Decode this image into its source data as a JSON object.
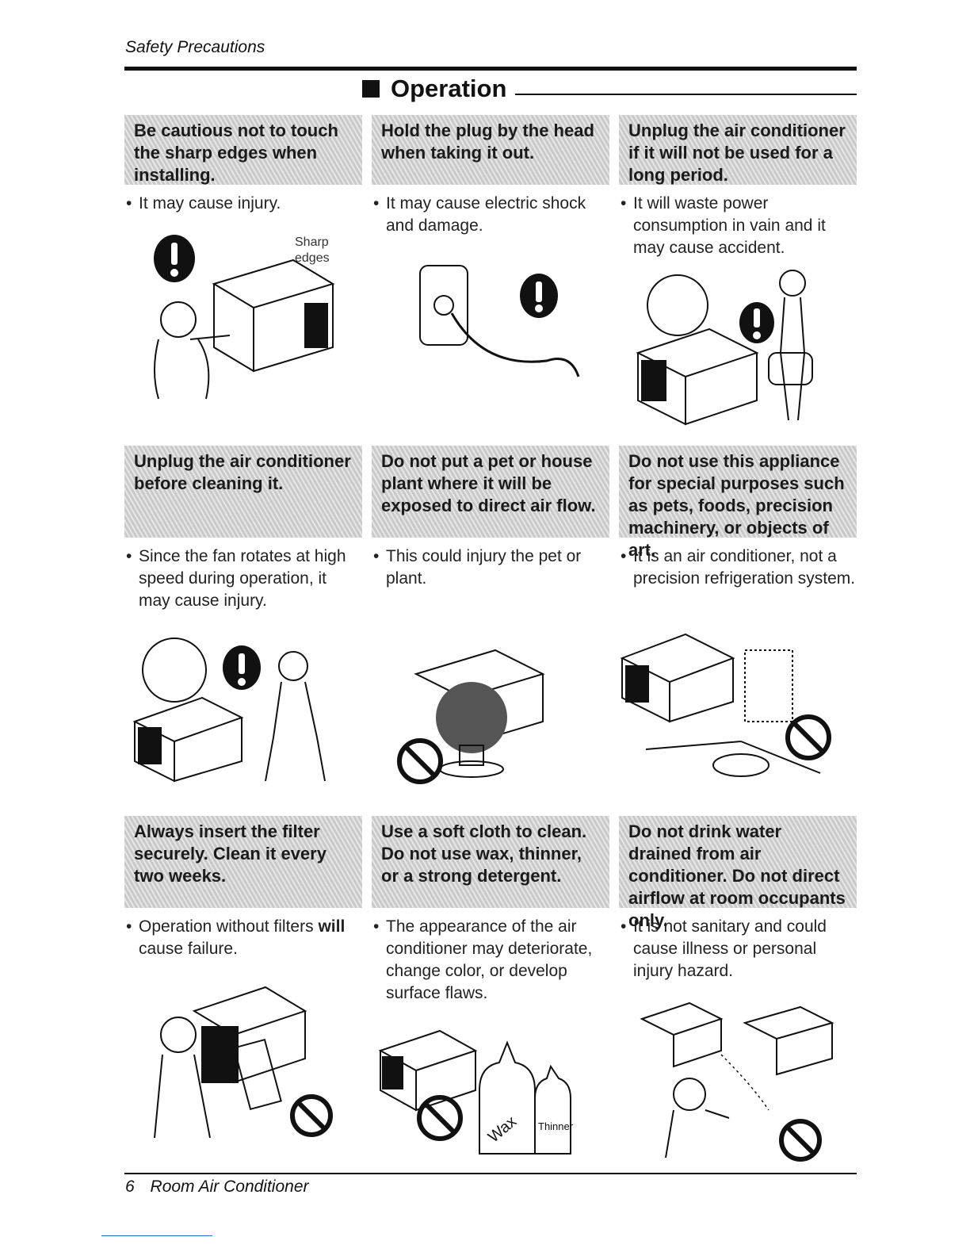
{
  "header": {
    "label": "Safety Precautions"
  },
  "section": {
    "title": "Operation"
  },
  "cells": [
    {
      "title": "Be cautious not to touch the sharp edges when installing.",
      "desc": "It may cause injury.",
      "illustration_label": "Sharp edges",
      "symbol": "caution-icon"
    },
    {
      "title": "Hold the plug by the head when taking it out.",
      "desc": "It may cause electric shock and damage.",
      "symbol": "caution-icon"
    },
    {
      "title": "Unplug the air conditioner if it will not be used for a long period.",
      "desc": "It will waste power consumption in vain and it may cause accident.",
      "symbol": "caution-icon"
    },
    {
      "title": "Unplug the air conditioner before cleaning it.",
      "desc": "Since the fan rotates at high speed during operation, it may cause injury.",
      "symbol": "caution-icon"
    },
    {
      "title": "Do not put a pet or house plant where it will be exposed to direct air flow.",
      "desc": "This could injury the pet or plant.",
      "symbol": "prohibited-icon"
    },
    {
      "title": "Do not use this appliance for special purposes such as pets, foods, precision machinery, or objects of art.",
      "desc": "It is an air conditioner, not a precision refrigeration system.",
      "symbol": "prohibited-icon"
    },
    {
      "title": "Always insert the filter securely. Clean it every two weeks.",
      "desc_pre": "Operation without filters ",
      "desc_bold": "will",
      "desc_post": " cause failure.",
      "symbol": "prohibited-icon"
    },
    {
      "title": "Use a soft cloth to clean. Do not use wax, thinner, or a strong detergent.",
      "desc": "The appearance of the air conditioner may deteriorate, change color, or develop surface flaws.",
      "bottle_labels": [
        "Wax",
        "Thinner"
      ],
      "symbol": "prohibited-icon"
    },
    {
      "title": "Do not drink water drained from air conditioner. Do not direct airflow at room occupants only.",
      "desc": "It is not sanitary and could cause illness or personal injury hazard.",
      "symbol": "prohibited-icon"
    }
  ],
  "footer": {
    "page_number": "6",
    "title": "Room Air Conditioner"
  }
}
